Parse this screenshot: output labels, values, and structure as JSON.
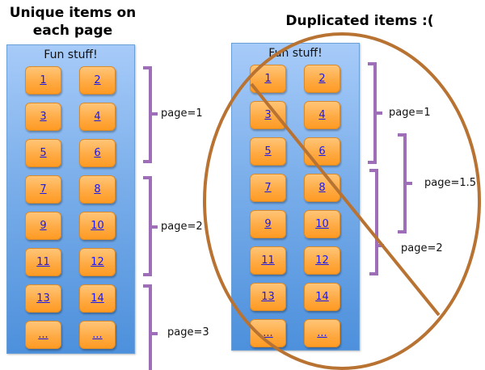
{
  "left": {
    "title_line1": "Unique items on",
    "title_line2": "each page",
    "panel_title": "Fun stuff!",
    "items": [
      "1",
      "2",
      "3",
      "4",
      "5",
      "6",
      "7",
      "8",
      "9",
      "10",
      "11",
      "12",
      "13",
      "14",
      "...",
      "..."
    ],
    "brackets": [
      {
        "label": "page=1"
      },
      {
        "label": "page=2"
      },
      {
        "label": "page=3"
      }
    ]
  },
  "right": {
    "title": "Duplicated items :(",
    "panel_title": "Fun stuff!",
    "items": [
      "1",
      "2",
      "3",
      "4",
      "5",
      "6",
      "7",
      "8",
      "9",
      "10",
      "11",
      "12",
      "13",
      "14",
      "...",
      "..."
    ],
    "brackets": [
      {
        "label": "page=1"
      },
      {
        "label": "page=1.5"
      },
      {
        "label": "page=2"
      }
    ]
  },
  "colors": {
    "bracket": "#9e6fb8",
    "prohibition": "#b87333"
  }
}
